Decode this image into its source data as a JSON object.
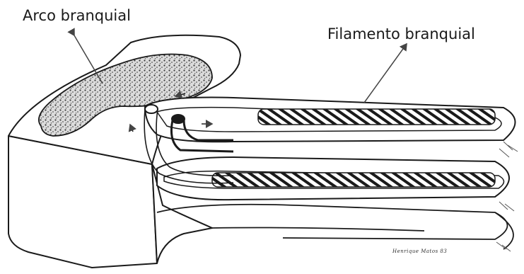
{
  "labels": {
    "arch": "Arco branquial",
    "filament": "Filamento branquial"
  },
  "signature": "Henrique Matos 83",
  "colors": {
    "ink": "#1a1a1a",
    "paper": "#ffffff"
  }
}
